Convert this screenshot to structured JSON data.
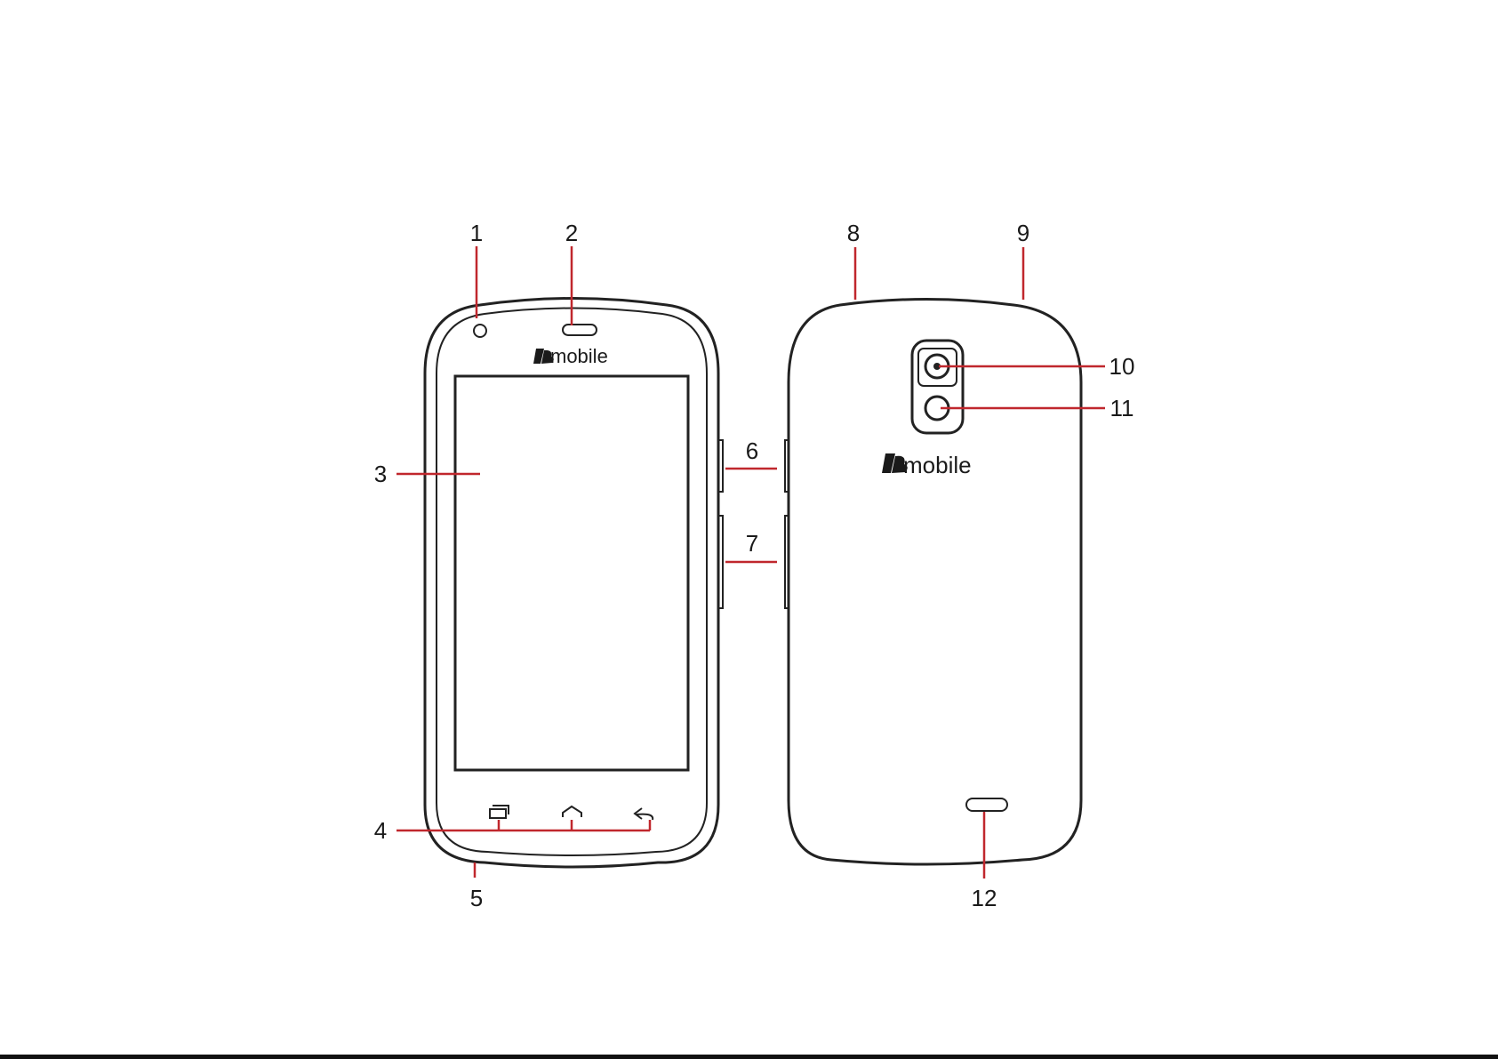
{
  "brand": {
    "logo_text": "mobile",
    "glyph": "bm-logo-glyph"
  },
  "colors": {
    "outline": "#222222",
    "leader": "#c0272d",
    "text": "#1a1a1a"
  },
  "callouts": {
    "c1": "1",
    "c2": "2",
    "c3": "3",
    "c4": "4",
    "c5": "5",
    "c6": "6",
    "c7": "7",
    "c8": "8",
    "c9": "9",
    "c10": "10",
    "c11": "11",
    "c12": "12"
  },
  "icons": {
    "front_camera": "camera-lens-icon",
    "earpiece": "speaker-slot-icon",
    "recent_apps": "recent-apps-icon",
    "home": "home-icon",
    "back": "back-arrow-icon",
    "rear_camera": "camera-lens-icon",
    "flash": "flash-icon",
    "loudspeaker": "speaker-slot-icon"
  }
}
